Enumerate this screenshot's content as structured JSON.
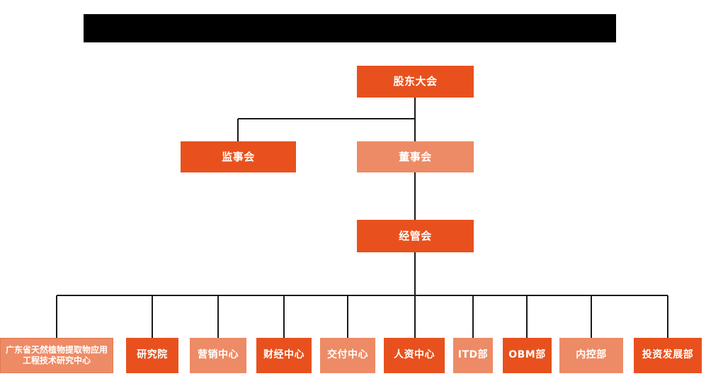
{
  "page": {
    "background_color": "#ffffff",
    "banner_color": "#000000",
    "line_color": "#1a1a1a"
  },
  "colors": {
    "dark_orange": "#E8511D",
    "light_orange": "#ED8B66",
    "text": "#ffffff"
  },
  "banner": {
    "label": ""
  },
  "chart": {
    "title": "",
    "levels": [
      {
        "name": "level-1",
        "nodes": [
          {
            "id": "shareholders-meeting",
            "label": "股东大会",
            "tone": "dark"
          }
        ]
      },
      {
        "name": "level-2",
        "nodes": [
          {
            "id": "board-of-supervisors",
            "label": "监事会",
            "tone": "dark"
          },
          {
            "id": "board-of-directors",
            "label": "董事会",
            "tone": "light"
          }
        ]
      },
      {
        "name": "level-3",
        "nodes": [
          {
            "id": "management-committee",
            "label": "经管会",
            "tone": "dark"
          }
        ]
      },
      {
        "name": "level-4",
        "nodes": [
          {
            "id": "research-center",
            "label": "广东省天然植物提取物应用工程技术研究中心",
            "tone": "light"
          },
          {
            "id": "research-institute",
            "label": "研究院",
            "tone": "dark"
          },
          {
            "id": "marketing-center",
            "label": "营销中心",
            "tone": "light"
          },
          {
            "id": "finance-center",
            "label": "财经中心",
            "tone": "dark"
          },
          {
            "id": "delivery-center",
            "label": "交付中心",
            "tone": "light"
          },
          {
            "id": "hr-center",
            "label": "人资中心",
            "tone": "dark"
          },
          {
            "id": "itd-department",
            "label": "ITD部",
            "tone": "light"
          },
          {
            "id": "obm-department",
            "label": "OBM部",
            "tone": "dark"
          },
          {
            "id": "internal-control-department",
            "label": "内控部",
            "tone": "light"
          },
          {
            "id": "investment-development-department",
            "label": "投资发展部",
            "tone": "dark"
          }
        ]
      }
    ]
  }
}
